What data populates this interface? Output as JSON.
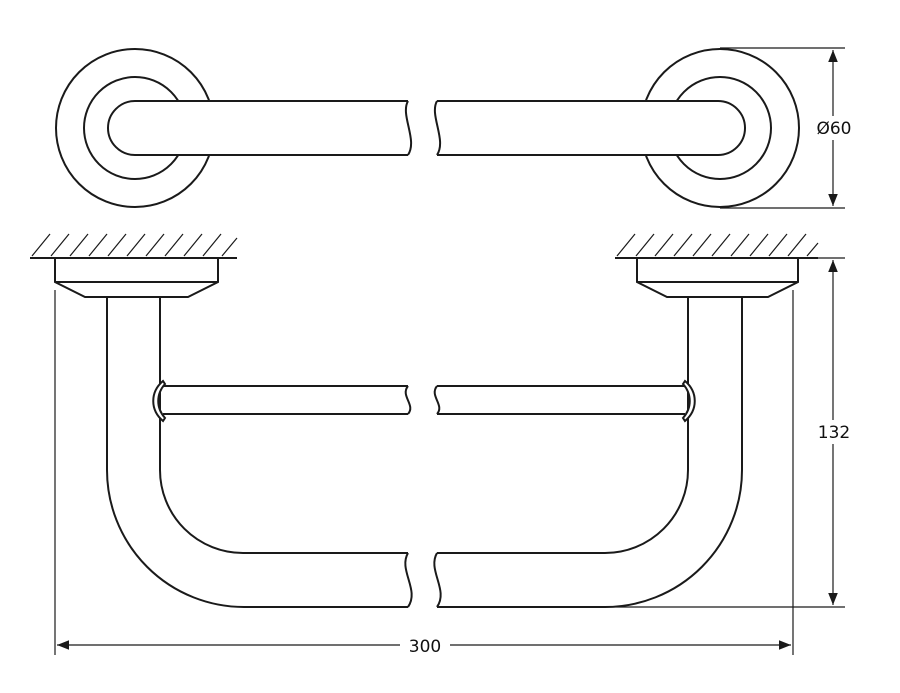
{
  "drawing": {
    "dimensions": {
      "diameter_label": "Ø60",
      "height_label": "132",
      "width_label": "300"
    },
    "colors": {
      "line": "#1a1a1a",
      "background": "#ffffff"
    }
  }
}
